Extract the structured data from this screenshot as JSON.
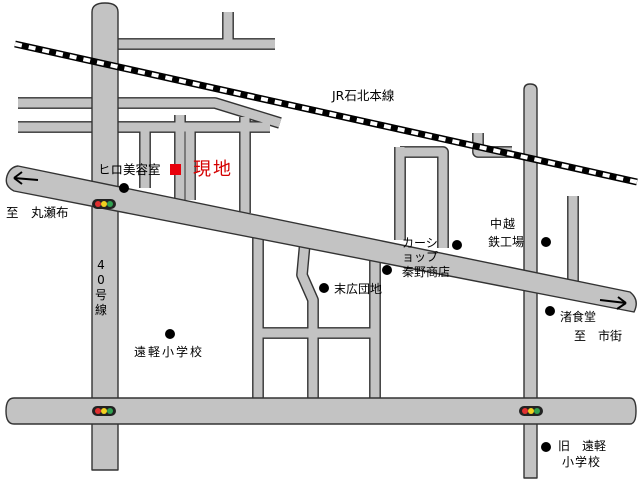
{
  "labels": {
    "site": "現地",
    "salon": "ヒロ美容室",
    "railway": "JR石北本線",
    "to_maruseppu": "至　丸瀬布",
    "route40": "40号線",
    "nakagoshi_1": "中越",
    "nakagoshi_2": "鉄工場",
    "carshop_1": "カーシ",
    "carshop_2": "ョップ",
    "carshop_3": "秦野商店",
    "suehiro": "末広団地",
    "nagisa": "渚食堂",
    "to_city": "至　市街",
    "school": "遠軽小学校",
    "old_school_1": "旧　遠軽",
    "old_school_2": "小学校"
  },
  "colors": {
    "road": "#c3c3c3",
    "road_edge": "#333333",
    "site_marker": "#e8000b",
    "site_text": "#d40000",
    "signal_red": "#e03030",
    "signal_yellow": "#f0d020",
    "signal_green": "#30a050"
  },
  "icons": {
    "site": "red-square-marker",
    "landmark": "black-dot",
    "signal": "traffic-signal-icon",
    "direction": "arrow-icon"
  }
}
